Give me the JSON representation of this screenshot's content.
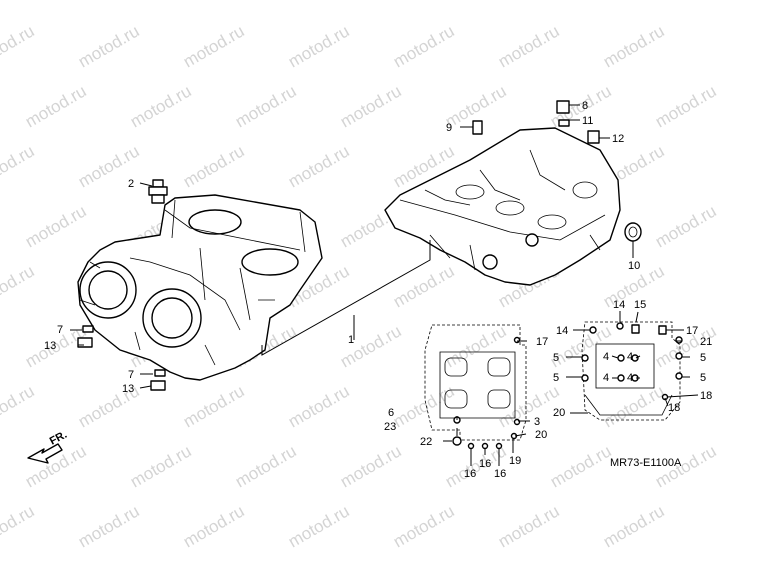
{
  "watermark": {
    "text": "motod.ru"
  },
  "diagram": {
    "code": "MR73-E1100A",
    "direction": "FR.",
    "callouts": [
      {
        "id": "c1",
        "text": "1"
      },
      {
        "id": "c2",
        "text": "2"
      },
      {
        "id": "c3",
        "text": "3"
      },
      {
        "id": "c4a",
        "text": "4"
      },
      {
        "id": "c4b",
        "text": "4"
      },
      {
        "id": "c4c",
        "text": "4"
      },
      {
        "id": "c4d",
        "text": "4"
      },
      {
        "id": "c5a",
        "text": "5"
      },
      {
        "id": "c5b",
        "text": "5"
      },
      {
        "id": "c5c",
        "text": "5"
      },
      {
        "id": "c5d",
        "text": "5"
      },
      {
        "id": "c6",
        "text": "6"
      },
      {
        "id": "c7a",
        "text": "7"
      },
      {
        "id": "c7b",
        "text": "7"
      },
      {
        "id": "c8",
        "text": "8"
      },
      {
        "id": "c9",
        "text": "9"
      },
      {
        "id": "c10",
        "text": "10"
      },
      {
        "id": "c11",
        "text": "11"
      },
      {
        "id": "c12",
        "text": "12"
      },
      {
        "id": "c13a",
        "text": "13"
      },
      {
        "id": "c13b",
        "text": "13"
      },
      {
        "id": "c14a",
        "text": "14"
      },
      {
        "id": "c14b",
        "text": "14"
      },
      {
        "id": "c15",
        "text": "15"
      },
      {
        "id": "c16a",
        "text": "16"
      },
      {
        "id": "c16b",
        "text": "16"
      },
      {
        "id": "c16c",
        "text": "16"
      },
      {
        "id": "c17a",
        "text": "17"
      },
      {
        "id": "c17b",
        "text": "17"
      },
      {
        "id": "c18a",
        "text": "18"
      },
      {
        "id": "c18b",
        "text": "18"
      },
      {
        "id": "c19",
        "text": "19"
      },
      {
        "id": "c20a",
        "text": "20"
      },
      {
        "id": "c20b",
        "text": "20"
      },
      {
        "id": "c21",
        "text": "21"
      },
      {
        "id": "c22",
        "text": "22"
      },
      {
        "id": "c23",
        "text": "23"
      }
    ]
  }
}
